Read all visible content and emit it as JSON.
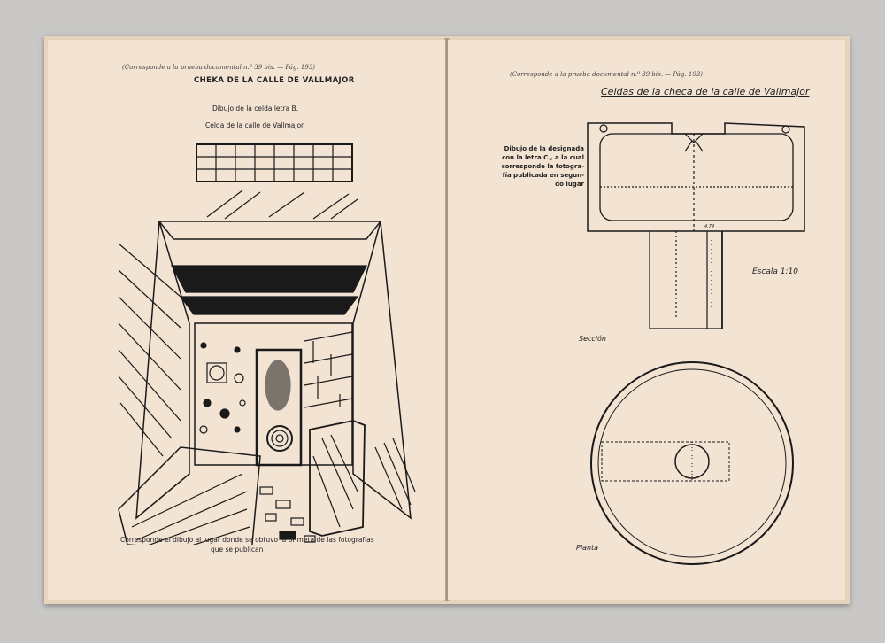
{
  "left_page": {
    "reference_note": "(Corresponde a la prueba documental n.º 39 bis. — Pág. 193)",
    "title": "CHEKA DE LA CALLE DE VALLMAJOR",
    "subtitle_1": "Dibujo de la celda letra B.",
    "subtitle_2": "Celda de la calle de Vallmajor",
    "footer_line_1": "Corresponde el dibujo al lugar donde se obtuvo la primera de las fotografías",
    "footer_line_2": "que se publican"
  },
  "right_page": {
    "reference_note": "(Corresponde a la prueba documental n.º 39 bis. — Pág. 193)",
    "handwritten_title": "Celdas de la checa de la calle de Vallmajor",
    "description_lines": [
      "Dibujo de la designada",
      "con la letra C., a la cual",
      "corresponde la fotogra-",
      "fía publicada en segun-",
      "do lugar"
    ],
    "scale_label": "Escala 1:10",
    "section_label": "Sección",
    "plan_label": "Planta",
    "dimension_label": "4.74"
  },
  "colors": {
    "paper": "#f3e3d3",
    "ink": "#222222",
    "cover": "#e6d3b9",
    "background": "#c9c8c6"
  }
}
